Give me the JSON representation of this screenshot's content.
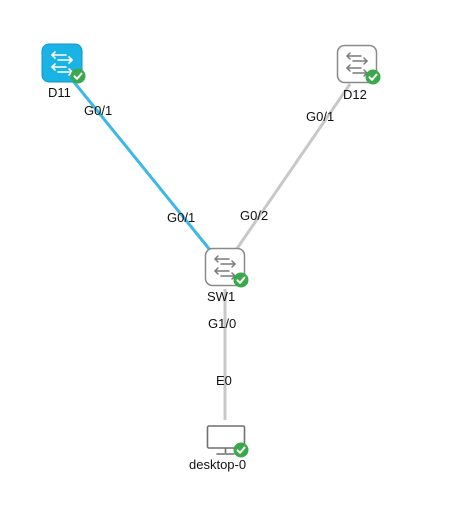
{
  "colors": {
    "active_link": "#3bb8e6",
    "idle_link": "#c8c8c8",
    "active_switch_fill": "#1ab3e6",
    "idle_switch_border": "#8a8a8a",
    "status_ok": "#3aa84b"
  },
  "nodes": {
    "d11": {
      "label": "D11",
      "type": "switch",
      "selected": true,
      "status_icon": "check-circle-icon"
    },
    "d12": {
      "label": "D12",
      "type": "switch",
      "selected": false,
      "status_icon": "check-circle-icon"
    },
    "sw1": {
      "label": "SW1",
      "type": "switch",
      "selected": false,
      "status_icon": "check-circle-icon"
    },
    "desktop0": {
      "label": "desktop-0",
      "type": "desktop",
      "selected": false,
      "status_icon": "check-circle-icon"
    }
  },
  "links": {
    "d11_sw1": {
      "from_port": "G0/1",
      "to_port": "G0/1",
      "active": true
    },
    "d12_sw1": {
      "from_port": "G0/1",
      "to_port": "G0/2",
      "active": false
    },
    "sw1_desktop0": {
      "from_port": "G1/0",
      "to_port": "E0",
      "active": false
    }
  }
}
